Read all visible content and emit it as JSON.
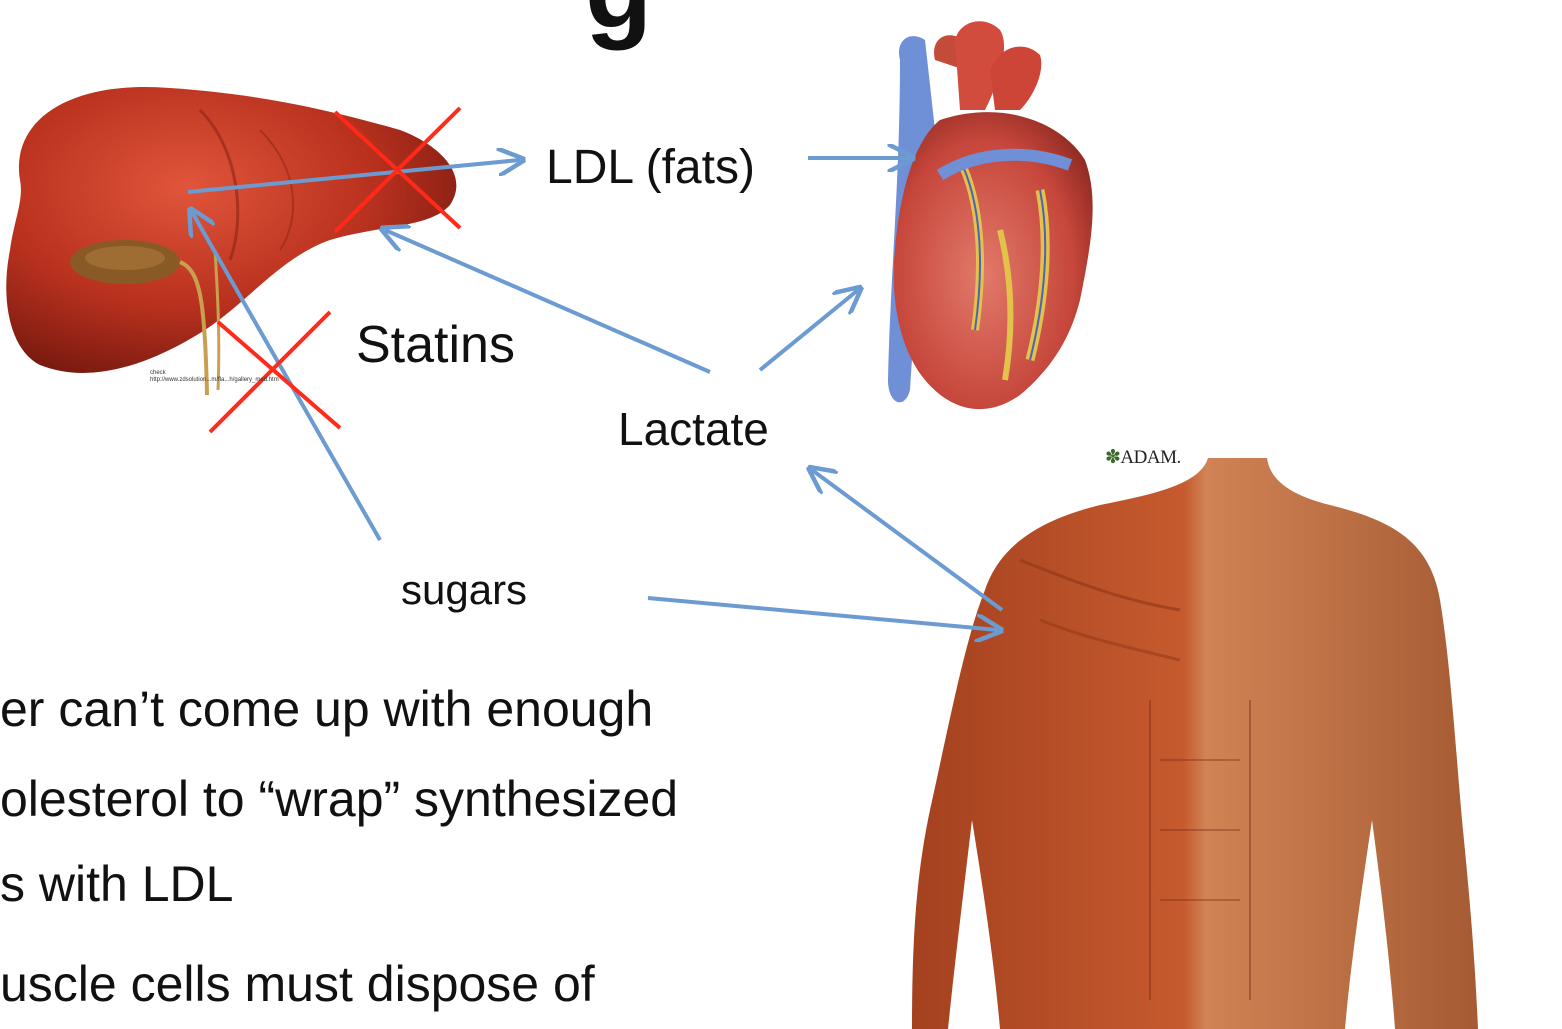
{
  "labels": {
    "ldl": "LDL (fats)",
    "statins": "Statins",
    "lactate": "Lactate",
    "sugars": "sugars",
    "watermark": "ADAM.",
    "credit_line1": "check",
    "credit_line2": "http://www.zdsolution...m/fla...h/gallery_med.htm"
  },
  "body_text": [
    "er can’t come up with enough",
    "olesterol to “wrap” synthesized",
    "s with LDL",
    "uscle cells must dispose of"
  ],
  "title_fragment": "g",
  "colors": {
    "arrow": "#6b9bd1",
    "cross": "#ff2a1a",
    "liver": "#b8311e",
    "heart": "#c6463b",
    "vein": "#6f8fd6",
    "muscle": "#c65a2e",
    "skin": "#d99a6c"
  }
}
